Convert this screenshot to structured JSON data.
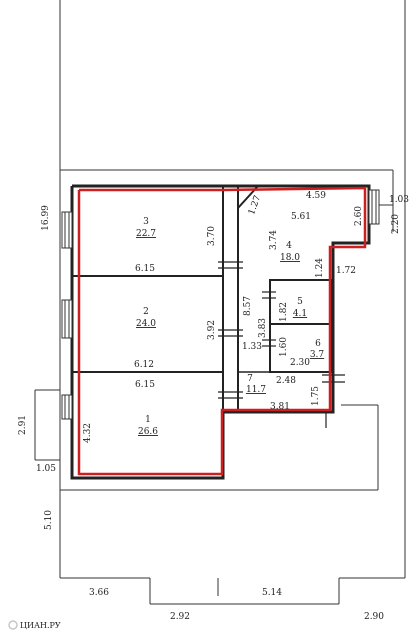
{
  "outline_color": "#cc1f1f",
  "rooms": [
    {
      "id": "3",
      "area": "22.7"
    },
    {
      "id": "2",
      "area": "24.0"
    },
    {
      "id": "1",
      "area": "26.6"
    },
    {
      "id": "4",
      "area": "18.0"
    },
    {
      "id": "5",
      "area": "4.1"
    },
    {
      "id": "6",
      "area": "3.7"
    },
    {
      "id": "7",
      "area": "11.7"
    }
  ],
  "dimensions": {
    "d_4_59": "4.59",
    "d_1_27": "1.27",
    "d_5_61": "5.61",
    "d_2_60": "2.60",
    "d_1_03": "1.03",
    "d_2_20": "2.20",
    "d_1_72": "1.72",
    "d_3_74": "3.74",
    "d_3_70": "3.70",
    "d_6_15_top": "6.15",
    "d_1_24": "1.24",
    "d_1_82": "1.82",
    "d_8_57": "8.57",
    "d_3_92": "3.92",
    "d_3_83": "3.83",
    "d_1_60": "1.60",
    "d_1_33": "1.33",
    "d_2_30": "2.30",
    "d_6_12": "6.12",
    "d_6_15_mid": "6.15",
    "d_2_48": "2.48",
    "d_1_75": "1.75",
    "d_3_81": "3.81",
    "d_4_32": "4.32",
    "d_2_91": "2.91",
    "d_1_05": "1.05",
    "d_16_99": "16.99",
    "d_5_10": "5.10",
    "d_3_66": "3.66",
    "d_5_14": "5.14",
    "d_2_92": "2.92",
    "d_2_90": "2.90"
  },
  "watermark": "ЦИАН.РУ"
}
